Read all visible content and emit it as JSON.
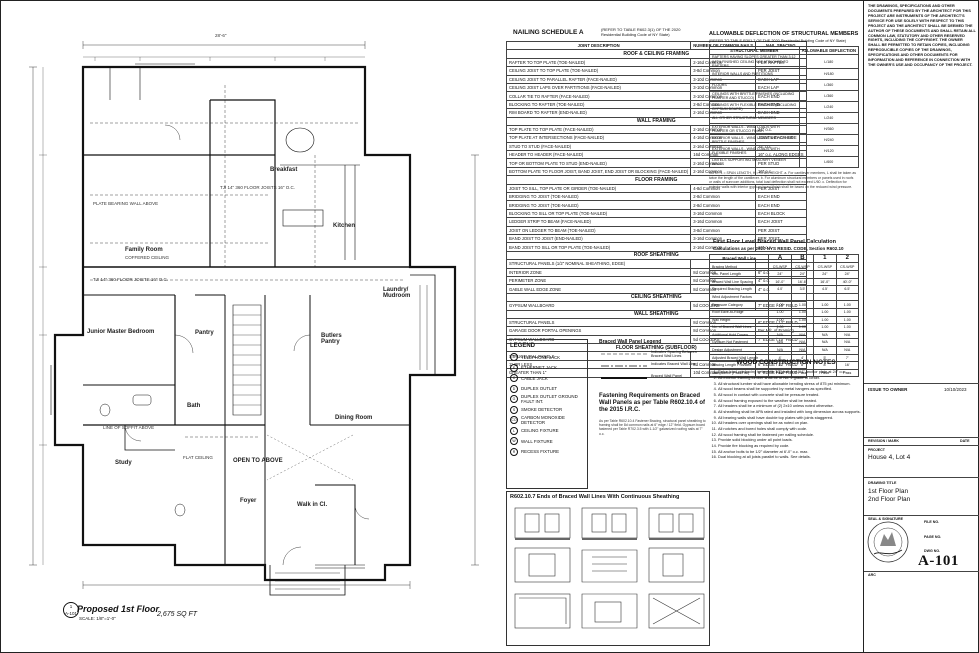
{
  "plan": {
    "title": "Proposed 1st Floor",
    "scale": "SCALE: 1/8\"=1'-0\"",
    "area": "2,675 SQ FT",
    "tag_num": "1",
    "tag_sheet": "A-101",
    "rooms": {
      "breakfast": "Breakfast",
      "family_room": "Family Room",
      "kitchen": "Kitchen",
      "laundry": "Laundry/ Mudroom",
      "junior_master": "Junior Master Bedroom",
      "pantry": "Pantry",
      "butlers_pantry": "Butlers Pantry",
      "bath": "Bath",
      "dining_room": "Dining Room",
      "study": "Study",
      "open_to_above": "OPEN TO ABOVE",
      "foyer": "Foyer",
      "walk_in": "Walk in Cl."
    },
    "notes": {
      "top_dim": "28'-6\"",
      "family_ceiling": "COFFERED CEILING",
      "joist1": "TJI 14\" 360 FLOOR JOISTS 16\" O.C.",
      "joist2": "TJI 14\" 360 FLOOR JOISTS 16\" O.C.",
      "bearing": "PLATE BEARING WALL ABOVE",
      "flat_ceiling": "FLAT CEILING",
      "line_soffit": "LINE OF SOFFIT ABOVE"
    }
  },
  "nailing": {
    "title": "NAILING SCHEDULE A",
    "subtitle": "(REFER TO TABLE R602.3(1) OF THE 2020 Residential Building Code of NY State)",
    "headers": [
      "JOINT DESCRIPTION",
      "NUMBER OF COMMON NAILS",
      "NAIL SPACING"
    ],
    "sections": [
      {
        "name": "ROOF & CEILING FRAMING",
        "rows": [
          [
            "RAFTER TO TOP PLATE (TOE-NAILED)",
            "2-16d Common",
            "PER RAFTER"
          ],
          [
            "CEILING JOIST TO TOP PLATE (TOE-NAILED)",
            "3-8d Common",
            "PER JOIST"
          ],
          [
            "CEILING JOIST TO PARALLEL RAFTER (FACE-NAILED)",
            "3-10d Common",
            "EACH LAP"
          ],
          [
            "CEILING JOIST LAPS OVER PARTITIONS (FACE-NAILED)",
            "3-10d Common",
            "EACH LAP"
          ],
          [
            "COLLAR TIE TO RAFTER (FACE-NAILED)",
            "3-10d Common",
            "EACH END"
          ],
          [
            "BLOCKING TO RAFTER (TOE-NAILED)",
            "2-8d Common",
            "EACH END"
          ],
          [
            "RIM BOARD TO RAFTER (END-NAILED)",
            "2-16d Common",
            "EACH END"
          ]
        ]
      },
      {
        "name": "WALL FRAMING",
        "rows": [
          [
            "TOP PLATE TO TOP PLATE (FACE-NAILED)",
            "2-16d Common",
            "24\" o.c."
          ],
          [
            "TOP PLATE AT INTERSECTIONS (FACE-NAILED)",
            "4-16d Common",
            "JOINTS EACH SIDE"
          ],
          [
            "STUD TO STUD (FACE-NAILED)",
            "2-16d Common",
            "24\" o.c."
          ],
          [
            "HEADER TO HEADER (FACE-NAILED)",
            "16d Common",
            "16\" o.c. ALONG EDGES"
          ],
          [
            "TOP OR BOTTOM PLATE TO STUD (END-NAILED)",
            "2-16d Common",
            "PER STUD"
          ],
          [
            "BOTTOM PLATE TO FLOOR JOIST, BAND JOIST, END JOIST OR BLOCKING (FACE-NAILED)",
            "2-16d Common",
            "16\" o.c."
          ]
        ]
      },
      {
        "name": "FLOOR FRAMING",
        "rows": [
          [
            "JOIST TO SILL, TOP PLATE OR GIRDER (TOE-NAILED)",
            "4-8d Common",
            "PER JOIST"
          ],
          [
            "BRIDGING TO JOIST (TOE-NAILED)",
            "2-8d Common",
            "EACH END"
          ],
          [
            "BRIDGING TO JOIST (TOE-NAILED)",
            "2-8d Common",
            "EACH END"
          ],
          [
            "BLOCKING TO SILL OR TOP PLATE (TOE-NAILED)",
            "3-16d Common",
            "EACH BLOCK"
          ],
          [
            "LEDGER STRIP TO BEAM (FACE-NAILED)",
            "3-16d Common",
            "EACH JOIST"
          ],
          [
            "JOIST ON LEDGER TO BEAM (TOE-NAILED)",
            "3-8d Common",
            "PER JOIST"
          ],
          [
            "BAND JOIST TO JOIST (END-NAILED)",
            "3-16d Common",
            "PER JOIST"
          ],
          [
            "BAND JOIST TO SILL OR TOP PLATE (TOE-NAILED)",
            "2-16d Common",
            "16\" o.c."
          ]
        ]
      },
      {
        "name": "ROOF SHEATHING",
        "rows": [
          [
            "STRUCTURAL PANELS (1/2\" NOMINAL SHEATHING, EDGE)",
            "",
            ""
          ],
          [
            "INTERIOR ZONE",
            "8d Common",
            "6\" o.c."
          ],
          [
            "PERIMETER ZONE",
            "8d Common",
            "4\" o.c."
          ],
          [
            "GABLE WALL EDGE ZONE",
            "8d Common",
            "4\" o.c."
          ]
        ]
      },
      {
        "name": "CEILING SHEATHING",
        "rows": [
          [
            "GYPSUM WALLBOARD",
            "5d COOLERS",
            "7\" EDGE / 10\" FIELD"
          ]
        ]
      },
      {
        "name": "WALL SHEATHING",
        "rows": [
          [
            "STRUCTURAL PANELS",
            "8d Common",
            "6\" EDGE / 12\" FIELD"
          ],
          [
            "GARAGE DOOR PORTAL OPENINGS",
            "8d Common",
            "Per Mfr. of Framing"
          ],
          [
            "GYPSUM WALLBOARD",
            "5d COOLERS",
            "7\" EDGE / 10\" FIELD"
          ]
        ]
      },
      {
        "name": "FLOOR SHEATHING (SUBFLOOR)",
        "rows": [
          [
            "STRUCTURAL PANELS",
            "",
            ""
          ],
          [
            "1\" OR LESS",
            "8d Common",
            "6\" EDGE / 12\" FIELD"
          ],
          [
            "GREATER THAN 1\"",
            "10d Common",
            "6\" EDGE / 12\" FIELD"
          ]
        ]
      }
    ]
  },
  "legend": {
    "title": "LEGEND",
    "items": [
      {
        "sym": "T",
        "label": "TELEPHONE JACK"
      },
      {
        "sym": "E",
        "label": "ETHERNET JACK"
      },
      {
        "sym": "C",
        "label": "CABLE JACK"
      },
      {
        "sym": "D",
        "label": "DUPLEX OUTLET"
      },
      {
        "sym": "G",
        "label": "DUPLEX OUTLET GROUND FAULT INT."
      },
      {
        "sym": "S",
        "label": "SMOKE DETECTOR"
      },
      {
        "sym": "CO",
        "label": "CARBON MONOXIDE DETECTOR"
      },
      {
        "sym": "L",
        "label": "CEILING FIXTURE"
      },
      {
        "sym": "W",
        "label": "WALL FIXTURE"
      },
      {
        "sym": "R",
        "label": "RECESS FIXTURE"
      }
    ]
  },
  "brace_legend": {
    "title": "Braced Wall Panel Legend",
    "items": [
      "Indicates Spacing Between Braced Wall Lines",
      "Indicates Braced Wall Line",
      "Braced Wall Panel"
    ]
  },
  "requirements": {
    "title": "Fastening Requirements on Braced Wall Panels as per Table R602.10.4 of the 2015 I.R.C.",
    "body": "As per Table R602.10.4 Fastener Bracing, structural panel sheathing to framing shall be 8d common nails at 6\" edge / 12\" field. Gypsum board fastened per Table R702.3.5 with 1-1/2\" galvanized roofing nails at 7\" o.c."
  },
  "detail": {
    "title": "R602.10.7 Ends of Braced Wall Lines With Continuous Sheathing"
  },
  "deflection": {
    "title": "ALLOWABLE DEFLECTION OF STRUCTURAL MEMBERS",
    "subtitle": "(REFER TO TABLE R301.7 OF THE 2020 Residential Building Code of NY State)",
    "headers": [
      "STRUCTURAL MEMBER",
      "ALLOWABLE DEFLECTION"
    ],
    "rows": [
      [
        "RAFTERS HAVING SLOPES GREATER THAN 3:12 WITH FINISHED CEILING NOT ATTACHED TO RAFTERS",
        "L/180"
      ],
      [
        "INTERIOR WALLS AND PARTITIONS",
        "H/180"
      ],
      [
        "FLOORS",
        "L/360"
      ],
      [
        "CEILINGS WITH BRITTLE FINISHES (INCLUDING PLASTER AND STUCCO)",
        "L/360"
      ],
      [
        "CEILINGS WITH FLEXIBLE FINISHES (INCLUDING GYPSUM BOARD)",
        "L/240"
      ],
      [
        "ALL OTHER STRUCTURAL MEMBERS",
        "L/240"
      ],
      [
        "EXTERIOR WALLS - WIND LOADS WITH PLASTER OR STUCCO FINISH",
        "H/360"
      ],
      [
        "EXTERIOR WALLS - WIND LOADS WITH OTHER BRITTLE FINISHES",
        "H/240"
      ],
      [
        "EXTERIOR WALLS - WIND LOADS WITH FLEXIBLE FINISHES",
        "H/120"
      ],
      [
        "LINTELS SUPPORTING MASONRY VENEER WALLS",
        "L/600"
      ]
    ],
    "notes": "NOTE: L = SPAN LENGTH, H = SPAN HEIGHT. a. For cantilever members, L shall be taken as twice the length of the cantilever. b. For aluminum structural members or panels used in roofs or walls of sunroom additions, total load deflection shall not exceed L/60. c. Deflection for exterior walls with interior gypsum board finish shall be based on the reduced wind pressure."
  },
  "brace_calc": {
    "title": "First Floor Level Braced Wall Panel Calculation",
    "subtitle": "Calculations as per 2020 NYS RESID. CODE, Section R602.10",
    "headers": [
      "Braced Wall Line",
      "A",
      "B",
      "1",
      "2"
    ],
    "rows": [
      [
        "Bracing Method",
        "CS-WSP",
        "CS-WSP",
        "CS-WSP",
        "CS-WSP"
      ],
      [
        "Min. Panel Length",
        "24\"",
        "24\"",
        "24\"",
        "24\""
      ],
      [
        "Braced Wall Line Spacing",
        "16'-0\"",
        "16'-6\"",
        "16'-0\"",
        "40'-0\""
      ],
      [
        "Required Bracing Length",
        "4.0'",
        "3.5'",
        "4.5'",
        "6.5'"
      ],
      [
        "Wind Adjustment Factors",
        "",
        "",
        "",
        ""
      ],
      [
        "Exposure Category",
        "1.00",
        "1.00",
        "1.00",
        "1.00"
      ],
      [
        "Roof Eave-to-Ridge",
        "1.00",
        "1.00",
        "1.00",
        "1.00"
      ],
      [
        "Wall Height",
        "1.00",
        "1.00",
        "1.00",
        "1.00"
      ],
      [
        "No. of Braced Wall Lines",
        "1.00",
        "1.00",
        "1.00",
        "1.00"
      ],
      [
        "Additional Hold Downs",
        "N/A",
        "N/A",
        "N/A",
        "N/A"
      ],
      [
        "Gypsum Not Fastened",
        "N/A",
        "N/A",
        "N/A",
        "N/A"
      ],
      [
        "Design Adjustment",
        "N/A",
        "N/A",
        "N/A",
        "N/A"
      ]
    ],
    "footer": [
      [
        "Adjusted Braced Wall Length",
        "4'",
        "4'",
        "5'",
        "7'"
      ],
      [
        "Bracing Length Provided",
        "8'",
        "8'",
        "8'",
        "16'"
      ],
      [
        "Compliance (Pass/Fail)",
        "Pass",
        "Pass",
        "Pass",
        "Pass"
      ]
    ]
  },
  "wood_notes": {
    "title": "WOOD CONSTRUCTION NOTES",
    "items": [
      "Rebar/stud reinforcing to be with 1/2\" bolt and 1/4\" anchor plate at 24\" o.c.",
      "All exterior framing lumber shall be of No. 2 grade or better.",
      "All structural lumber shall have allowable bending stress of 875 psi minimum.",
      "All wood beams shall be supported by metal hangers as specified.",
      "All wood in contact with concrete shall be pressure treated.",
      "All wood framing exposed to the weather shall be treated.",
      "All headers shall be a minimum of (2) 2x10 unless noted otherwise.",
      "All sheathing shall be APA rated and installed with long dimension across supports.",
      "All bearing walls shall have double top plates with joints staggered.",
      "All headers over openings shall be as noted on plan.",
      "All notches and bored holes shall comply with code.",
      "All wood framing shall be fastened per nailing schedule.",
      "Provide solid blocking under all point loads.",
      "Provide fire blocking as required by code.",
      "All anchor bolts to be 1/2\" diameter at 6'-0\" o.c. max.",
      "Dual blocking at all joists parallel to walls. See details."
    ]
  },
  "title_block": {
    "disclaimer": "THE DRAWINGS, SPECIFICATIONS AND OTHER DOCUMENTS PREPARED BY THE ARCHITECT FOR THIS PROJECT ARE INSTRUMENTS OF THE ARCHITECT'S SERVICE FOR USE SOLELY WITH RESPECT TO THIS PROJECT AND THE ARCHITECT SHALL BE DEEMED THE AUTHOR OF THESE DOCUMENTS AND SHALL RETAIN ALL COMMON LAW, STATUTORY AND OTHER RESERVED RIGHTS, INCLUDING THE COPYRIGHT. THE OWNER SHALL BE PERMITTED TO RETAIN COPIES, INCLUDING REPRODUCIBLE COPIES OF THE DRAWINGS, SPECIFICATIONS AND OTHER DOCUMENTS FOR INFORMATION AND REFERENCE IN CONNECTION WITH THE OWNER'S USE AND OCCUPANCY OF THE PROJECT.",
    "issue_label": "ISSUE TO OWNER",
    "issue_date": "10/10/2023",
    "revision_label": "REVISION / MARK",
    "date_label": "DATE",
    "project_label": "PROJECT",
    "project_name": "House 4, Lot 4",
    "drawing_label": "DRAWING TITLE",
    "drawing_title_1": "1st Floor Plan",
    "drawing_title_2": "2nd Floor Plan",
    "seal_label": "SEAL & SIGNATURE",
    "file_label": "FILE NO.",
    "page_label": "PAGE NO.",
    "dwg_label": "DWG NO.",
    "arc_label": "ARC",
    "sheet_no": "A-101"
  }
}
